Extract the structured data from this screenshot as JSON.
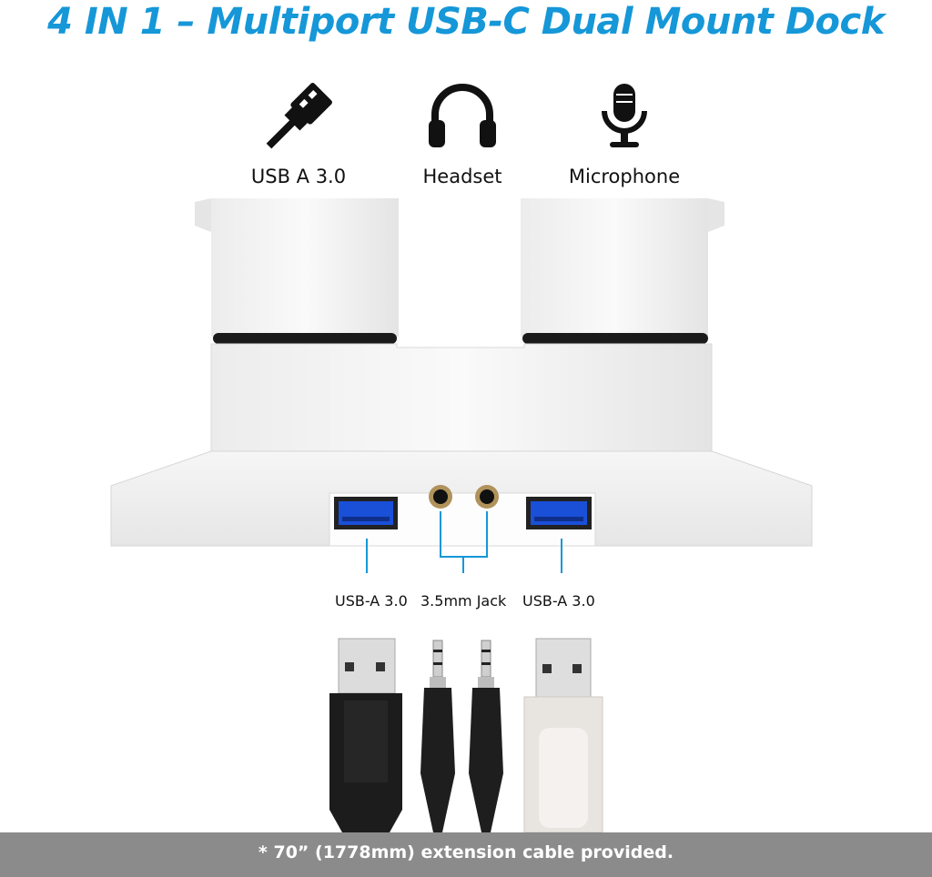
{
  "title": "4 IN 1 – Multiport USB-C Dual Mount Dock",
  "features": [
    {
      "icon": "usb-plug-icon",
      "label": "USB A 3.0"
    },
    {
      "icon": "headset-icon",
      "label": "Headset"
    },
    {
      "icon": "microphone-icon",
      "label": "Microphone"
    }
  ],
  "ports": {
    "left_usb": "USB-A 3.0",
    "jack": "3.5mm Jack",
    "right_usb": "USB-A 3.0"
  },
  "footer": "* 70” (1778mm) extension cable provided.",
  "colors": {
    "accent": "#1597d8",
    "usb_blue": "#1a4fd8",
    "footer_bg": "#8b8b8b"
  }
}
